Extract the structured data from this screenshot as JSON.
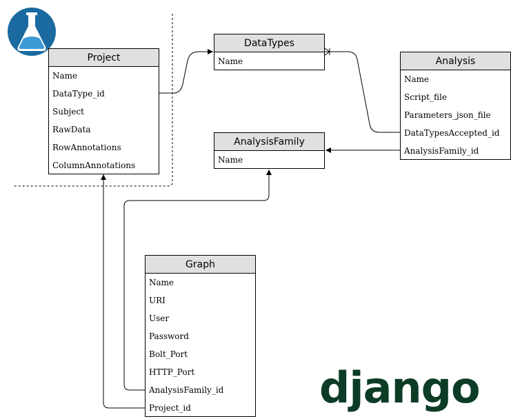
{
  "tables": {
    "project": {
      "title": "Project",
      "fields": [
        "Name",
        "DataType_id",
        "Subject",
        "RawData",
        "RowAnnotations",
        "ColumnAnnotations"
      ]
    },
    "datatypes": {
      "title": "DataTypes",
      "fields": [
        "Name"
      ]
    },
    "analysis": {
      "title": "Analysis",
      "fields": [
        "Name",
        "Script_file",
        "Parameters_json_file",
        "DataTypesAccepted_id",
        "AnalysisFamily_id"
      ]
    },
    "analysisfamily": {
      "title": "AnalysisFamily",
      "fields": [
        "Name"
      ]
    },
    "graph": {
      "title": "Graph",
      "fields": [
        "Name",
        "URI",
        "User",
        "Password",
        "Bolt_Port",
        "HTTP_Port",
        "AnalysisFamily_id",
        "Project_id"
      ]
    }
  },
  "logos": {
    "django": {
      "text": "django",
      "color": "#0c3c26"
    },
    "flask_icon": {
      "name": "lab-flask-icon",
      "color": "#1a6aa0"
    }
  },
  "colors": {
    "header_bg": "#e0e0e0",
    "line": "#000000"
  }
}
